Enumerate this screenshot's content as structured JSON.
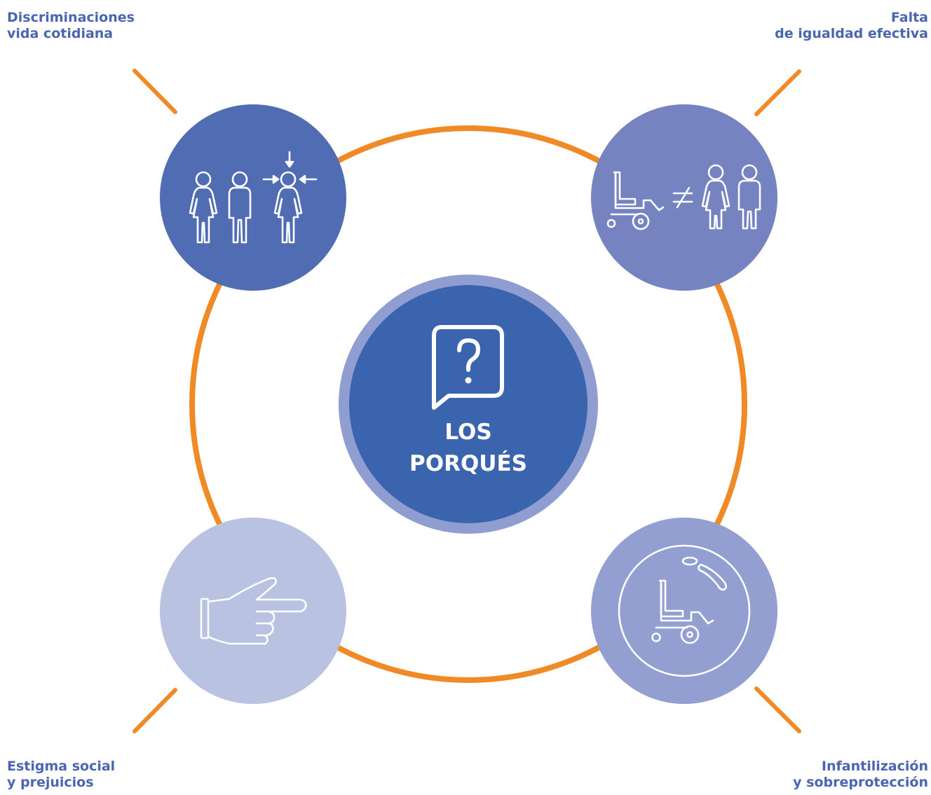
{
  "colors": {
    "accent_orange": "#f08a26",
    "center_fill": "#3a64ae",
    "center_ring": "#8f9dd0",
    "circle_top_left": "#506db3",
    "circle_top_right": "#7583c0",
    "circle_bottom_left": "#bac2e1",
    "circle_bottom_right": "#939fd0",
    "label_text": "#4a66b0"
  },
  "center": {
    "icon": "question-speech-bubble-icon",
    "title_line1": "LOS",
    "title_line2": "PORQUÉS"
  },
  "nodes": [
    {
      "id": "top-left",
      "icon": "people-pressure-icon",
      "label_line1": "Discriminaciones",
      "label_line2": "vida cotidiana"
    },
    {
      "id": "top-right",
      "icon": "wheelchair-not-equal-people-icon",
      "label_line1": "Falta",
      "label_line2": "de igualdad efectiva"
    },
    {
      "id": "bottom-left",
      "icon": "pointing-hand-icon",
      "label_line1": "Estigma social",
      "label_line2": "y prejuicios"
    },
    {
      "id": "bottom-right",
      "icon": "wheelchair-in-bubble-icon",
      "label_line1": "Infantilización",
      "label_line2": "y sobreprotección"
    }
  ]
}
